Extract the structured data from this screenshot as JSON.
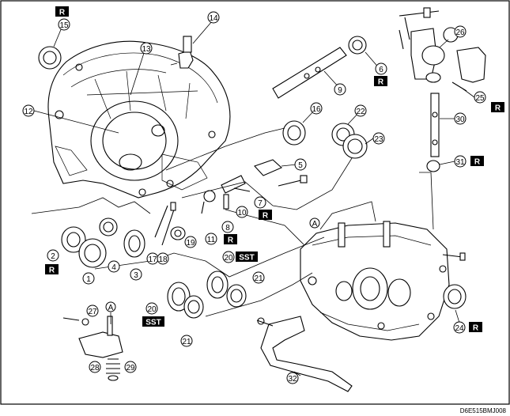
{
  "callouts": [
    "1",
    "2",
    "3",
    "4",
    "5",
    "6",
    "7",
    "8",
    "9",
    "10",
    "11",
    "12",
    "13",
    "14",
    "15",
    "16",
    "17",
    "18",
    "19",
    "20",
    "20",
    "21",
    "21",
    "22",
    "23",
    "24",
    "25",
    "26",
    "27",
    "28",
    "29",
    "30",
    "31",
    "32"
  ],
  "badges": {
    "r": "R",
    "sst": "SST"
  },
  "ref_marks": [
    "A",
    "A"
  ],
  "drawing_code": "D6E515BMJ008"
}
